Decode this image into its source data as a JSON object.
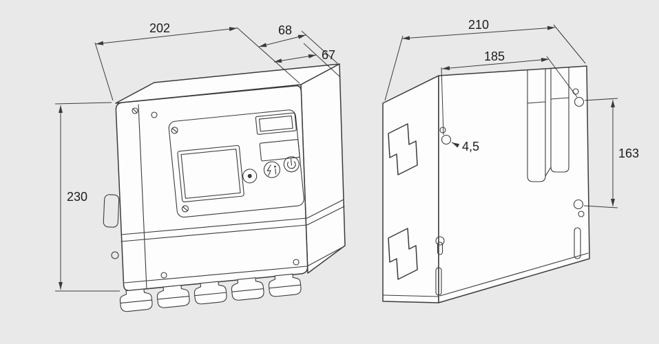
{
  "drawing": {
    "type": "technical-dimension-drawing",
    "views": {
      "front": {
        "label": "front-view",
        "dimensions": {
          "width": "202",
          "depth_rear": "68",
          "depth_front": "67",
          "height": "230"
        }
      },
      "rear": {
        "label": "rear-view",
        "dimensions": {
          "overall_width": "210",
          "hole_spacing_horizontal": "185",
          "hole_diameter": "4,5",
          "hole_spacing_vertical": "163"
        }
      }
    },
    "icons": [
      "power-icon",
      "reset-info-icon",
      "dot-button-icon"
    ],
    "colors": {
      "background": "#e9e9e9",
      "line": "#3a3a3a",
      "face_fill": "#fdfdfd",
      "text": "#1c1c1c"
    }
  }
}
